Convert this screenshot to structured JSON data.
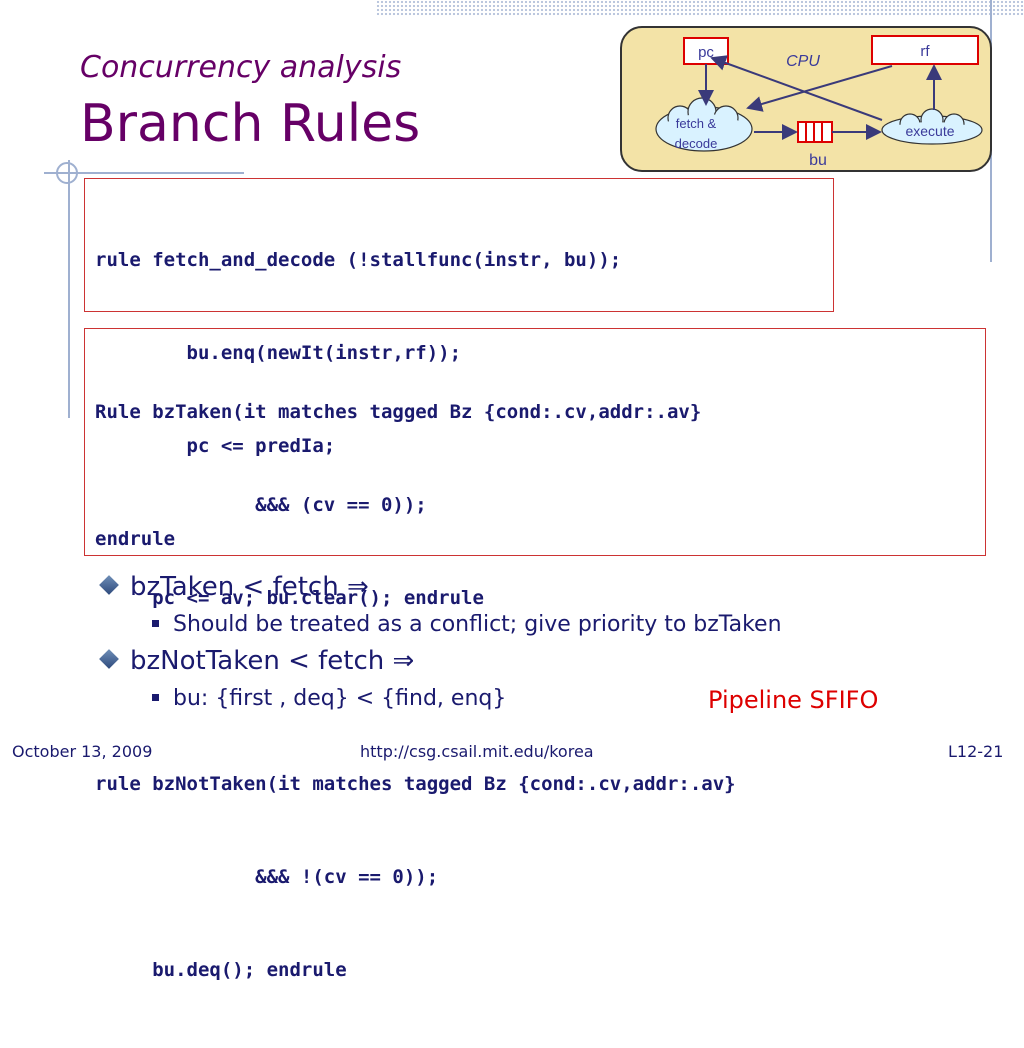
{
  "slide": {
    "title_line1": "Concurrency analysis",
    "title_line2": "Branch Rules"
  },
  "diagram": {
    "cpu_label": "CPU",
    "pc_label": "pc",
    "rf_label": "rf",
    "fetch_line1": "fetch &",
    "fetch_line2": "decode",
    "execute_label": "execute",
    "bu_label": "bu"
  },
  "code_box1": {
    "lines": [
      "rule fetch_and_decode (!stallfunc(instr, bu));",
      "        bu.enq(newIt(instr,rf));",
      "        pc <= predIa;",
      "endrule"
    ]
  },
  "code_box2": {
    "lines": [
      "Rule bzTaken(it matches tagged Bz {cond:.cv,addr:.av}",
      "              &&& (cv == 0));",
      "     pc <= av; bu.clear(); endrule",
      "",
      "rule bzNotTaken(it matches tagged Bz {cond:.cv,addr:.av}",
      "              &&& !(cv == 0));",
      "     bu.deq(); endrule"
    ]
  },
  "bullets": {
    "b1": "bzTaken < fetch ⇒",
    "b1_sub": "Should be treated as a conflict; give priority to bzTaken",
    "b2": "bzNotTaken < fetch ⇒",
    "b2_sub": "bu: {first , deq} < {find, enq}",
    "note": "Pipeline SFIFO",
    "note_color": "#dd0000"
  },
  "footer": {
    "date": "October 13, 2009",
    "url": "http://csg.csail.mit.edu/korea",
    "slide_number": "L12-21"
  }
}
